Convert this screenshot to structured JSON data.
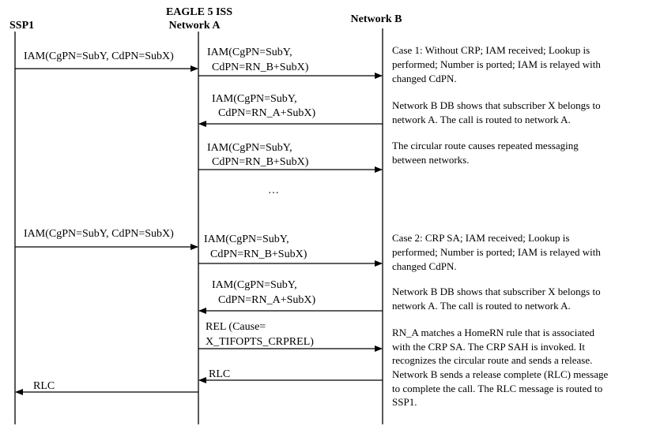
{
  "headers": {
    "ssp1": "SSP1",
    "eagle_line1": "EAGLE 5 ISS",
    "eagle_line2": "Network A",
    "network_b": "Network B"
  },
  "case1": {
    "msg1": "IAM(CgPN=SubY, CdPN=SubX)",
    "msg2_line1": "IAM(CgPN=SubY,",
    "msg2_line2": "CdPN=RN_B+SubX)",
    "msg3_line1": "IAM(CgPN=SubY,",
    "msg3_line2": "CdPN=RN_A+SubX)",
    "msg4_line1": "IAM(CgPN=SubY,",
    "msg4_line2": "CdPN=RN_B+SubX)",
    "ellipsis": "…",
    "note1": [
      "Case 1: Without CRP; IAM received;  Lookup is",
      "performed; Number is ported; IAM is relayed with",
      "changed CdPN."
    ],
    "note2": [
      "Network B DB shows that subscriber X belongs to",
      "network A. The call is routed to network A."
    ],
    "note3": [
      "The circular route causes repeated messaging",
      "between networks."
    ]
  },
  "case2": {
    "msg1": "IAM(CgPN=SubY, CdPN=SubX)",
    "msg2_line1": "IAM(CgPN=SubY,",
    "msg2_line2": "CdPN=RN_B+SubX)",
    "msg3_line1": "IAM(CgPN=SubY,",
    "msg3_line2": "CdPN=RN_A+SubX)",
    "rel_line1": "REL (Cause=",
    "rel_line2": "X_TIFOPTS_CRPREL)",
    "rlc_b": "RLC",
    "rlc_a": "RLC",
    "note1": [
      "Case 2: CRP SA; IAM received;  Lookup is",
      "performed; Number is ported; IAM is relayed with",
      "changed CdPN."
    ],
    "note2": [
      "Network B DB shows that subscriber X belongs to",
      "network A. The call is routed to network A."
    ],
    "note3": [
      "RN_A matches a HomeRN rule that is associated",
      "with the CRP SA. The CRP SAH is invoked. It",
      "recognizes the circular route and sends a release.",
      "Network B sends a release complete (RLC) message",
      "to complete the call. The RLC message is routed to",
      "SSP1."
    ]
  }
}
